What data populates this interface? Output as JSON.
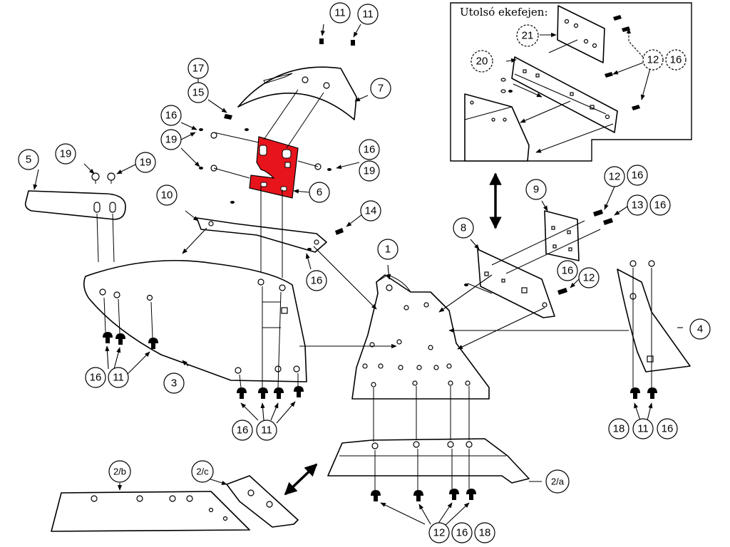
{
  "inset": {
    "title": "Utolsó ekefejen:"
  },
  "labels": {
    "p1": "1",
    "p2a": "2/a",
    "p2b": "2/b",
    "p2c": "2/c",
    "p3": "3",
    "p4": "4",
    "p5": "5",
    "p6": "6",
    "p7": "7",
    "p8": "8",
    "p9": "9",
    "p10": "10",
    "p11a": "11",
    "p11b": "11",
    "p11c": "11",
    "p11d": "11",
    "p11e": "11",
    "p12a": "12",
    "p12b": "12",
    "p12c": "12",
    "p12d": "12",
    "p13": "13",
    "p14": "14",
    "p15": "15",
    "p16a": "16",
    "p16b": "16",
    "p16c": "16",
    "p16d": "16",
    "p16e": "16",
    "p16f": "16",
    "p16g": "16",
    "p16h": "16",
    "p16i": "16",
    "p16j": "16",
    "p16k": "16",
    "p17": "17",
    "p18a": "18",
    "p18b": "18",
    "p19a": "19",
    "p19b": "19",
    "p19c": "19",
    "p19d": "19",
    "p20": "20",
    "p21": "21"
  },
  "colors": {
    "highlight": "#e8141b",
    "line": "#000000",
    "background": "#ffffff"
  }
}
